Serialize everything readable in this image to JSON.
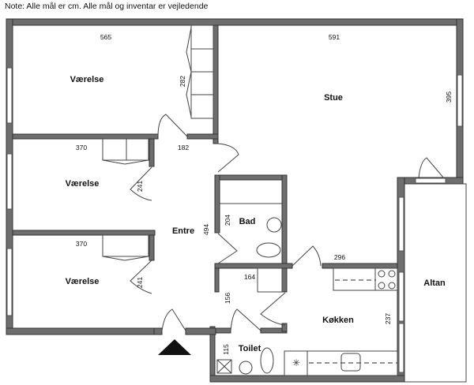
{
  "note": "Note: Alle mål er cm. Alle mål og inventar er vejledende",
  "rooms": {
    "vaerelse1": "Værelse",
    "vaerelse2": "Værelse",
    "vaerelse3": "Værelse",
    "stue": "Stue",
    "entre": "Entre",
    "bad": "Bad",
    "koekken": "Køkken",
    "toilet": "Toilet",
    "altan": "Altan"
  },
  "dimensions": {
    "vaerelse1_width": "565",
    "vaerelse1_closet": "282",
    "stue_width": "591",
    "stue_depth": "395",
    "vaerelse2_width": "370",
    "vaerelse2_depth": "241",
    "entre_width": "182",
    "entre_depth": "494",
    "vaerelse3_width": "370",
    "vaerelse3_depth": "241",
    "bad_depth": "204",
    "koekken_width": "296",
    "koekken_depth": "237",
    "hall_closet": "164",
    "hall_depth": "156",
    "toilet_depth": "115"
  }
}
